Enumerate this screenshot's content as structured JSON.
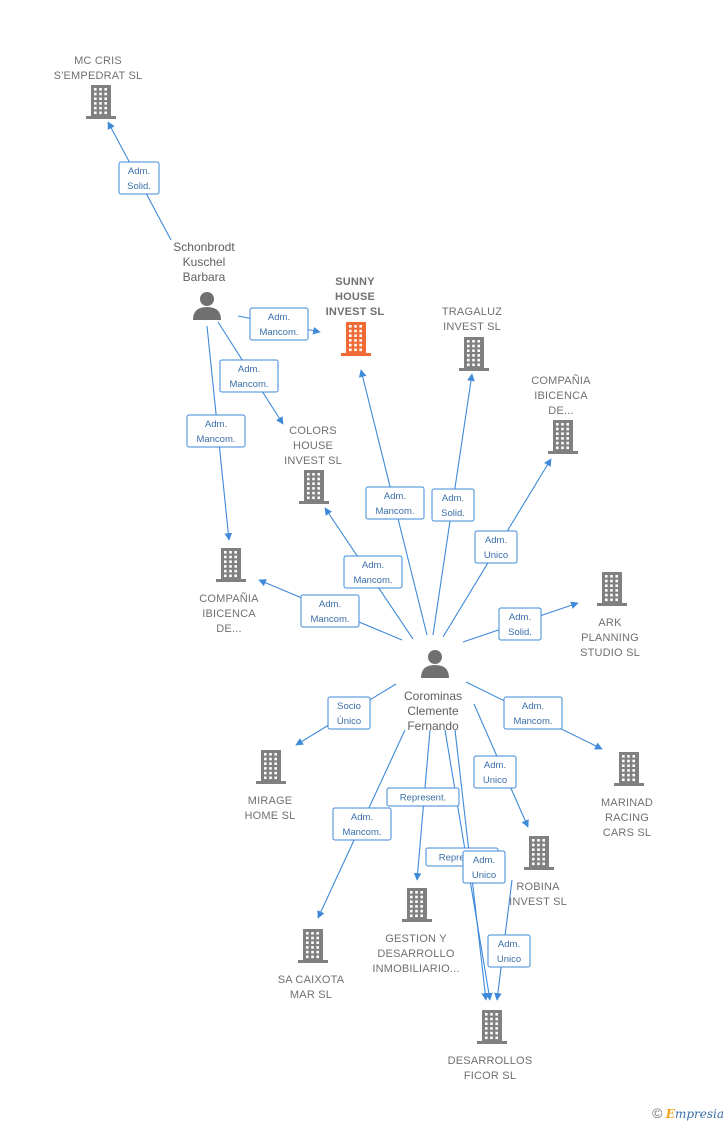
{
  "companies": [
    {
      "id": "mc-cris",
      "lines": [
        "MC CRIS",
        "S'EMPEDRAT SL"
      ],
      "color": "#808080",
      "focus": false
    },
    {
      "id": "sunny-house",
      "lines": [
        "SUNNY",
        "HOUSE",
        "INVEST  SL"
      ],
      "color": "#f06b36",
      "focus": true
    },
    {
      "id": "tragaluz",
      "lines": [
        "TRAGALUZ",
        "INVEST SL"
      ],
      "color": "#808080",
      "focus": false
    },
    {
      "id": "compania-ibicenca-1",
      "lines": [
        "COMPAÑIA",
        "IBICENCA",
        "DE..."
      ],
      "color": "#808080",
      "focus": false
    },
    {
      "id": "colors-house",
      "lines": [
        "COLORS",
        "HOUSE",
        "INVEST  SL"
      ],
      "color": "#808080",
      "focus": false
    },
    {
      "id": "compania-ibicenca-2",
      "lines": [
        "COMPAÑIA",
        "IBICENCA",
        "DE..."
      ],
      "color": "#808080",
      "focus": false
    },
    {
      "id": "ark-planning",
      "lines": [
        "ARK",
        "PLANNING",
        "STUDIO  SL"
      ],
      "color": "#808080",
      "focus": false
    },
    {
      "id": "mirage-home",
      "lines": [
        "MIRAGE",
        "HOME SL"
      ],
      "color": "#808080",
      "focus": false
    },
    {
      "id": "marinad-racing",
      "lines": [
        "MARINAD",
        "RACING",
        "CARS  SL"
      ],
      "color": "#808080",
      "focus": false
    },
    {
      "id": "robina-invest",
      "lines": [
        "ROBINA",
        "INVEST SL"
      ],
      "color": "#808080",
      "focus": false
    },
    {
      "id": "gestion-desarrollo",
      "lines": [
        "GESTION Y",
        "DESARROLLO",
        "INMOBILIARIO..."
      ],
      "color": "#808080",
      "focus": false
    },
    {
      "id": "sa-caixota",
      "lines": [
        "SA CAIXOTA",
        "MAR  SL"
      ],
      "color": "#808080",
      "focus": false
    },
    {
      "id": "desarrollos-ficor",
      "lines": [
        "DESARROLLOS",
        "FICOR  SL"
      ],
      "color": "#808080",
      "focus": false
    }
  ],
  "people": [
    {
      "id": "schonbrodt",
      "lines": [
        "Schonbrodt",
        "Kuschel",
        "Barbara"
      ]
    },
    {
      "id": "corominas",
      "lines": [
        "Corominas",
        "Clemente",
        "Fernando"
      ]
    }
  ],
  "edges": [
    {
      "from": "schonbrodt",
      "to": "mc-cris",
      "role": [
        "Adm.",
        "Solid."
      ]
    },
    {
      "from": "schonbrodt",
      "to": "sunny-house",
      "role": [
        "Adm.",
        "Mancom."
      ]
    },
    {
      "from": "schonbrodt",
      "to": "colors-house",
      "role": [
        "Adm.",
        "Mancom."
      ]
    },
    {
      "from": "schonbrodt",
      "to": "compania-ibicenca-2",
      "role": [
        "Adm.",
        "Mancom."
      ]
    },
    {
      "from": "corominas",
      "to": "sunny-house",
      "role": [
        "Adm.",
        "Mancom."
      ]
    },
    {
      "from": "corominas",
      "to": "tragaluz",
      "role": [
        "Adm.",
        "Solid."
      ]
    },
    {
      "from": "corominas",
      "to": "compania-ibicenca-1",
      "role": [
        "Adm.",
        "Unico"
      ]
    },
    {
      "from": "corominas",
      "to": "colors-house",
      "role": [
        "Adm.",
        "Mancom."
      ]
    },
    {
      "from": "corominas",
      "to": "compania-ibicenca-2",
      "role": [
        "Adm.",
        "Mancom."
      ]
    },
    {
      "from": "corominas",
      "to": "ark-planning",
      "role": [
        "Adm.",
        "Solid."
      ]
    },
    {
      "from": "corominas",
      "to": "mirage-home",
      "role": [
        "Socio",
        "Único"
      ]
    },
    {
      "from": "corominas",
      "to": "marinad-racing",
      "role": [
        "Adm.",
        "Mancom."
      ]
    },
    {
      "from": "corominas",
      "to": "robina-invest",
      "role": [
        "Adm.",
        "Unico"
      ]
    },
    {
      "from": "corominas",
      "to": "gestion-desarrollo",
      "role": [
        "Represent."
      ]
    },
    {
      "from": "corominas",
      "to": "sa-caixota",
      "role": [
        "Adm.",
        "Mancom."
      ]
    },
    {
      "from": "corominas",
      "to": "desarrollos-ficor",
      "role": [
        "Represent."
      ]
    },
    {
      "from": "corominas",
      "to": "desarrollos-ficor",
      "role": [
        "Adm.",
        "Unico"
      ]
    },
    {
      "from": "robina-invest",
      "to": "desarrollos-ficor",
      "role": [
        "Adm.",
        "Unico"
      ]
    }
  ],
  "footer": {
    "copyright": "©",
    "brand_e": "E",
    "brand_rest": "mpresia"
  }
}
